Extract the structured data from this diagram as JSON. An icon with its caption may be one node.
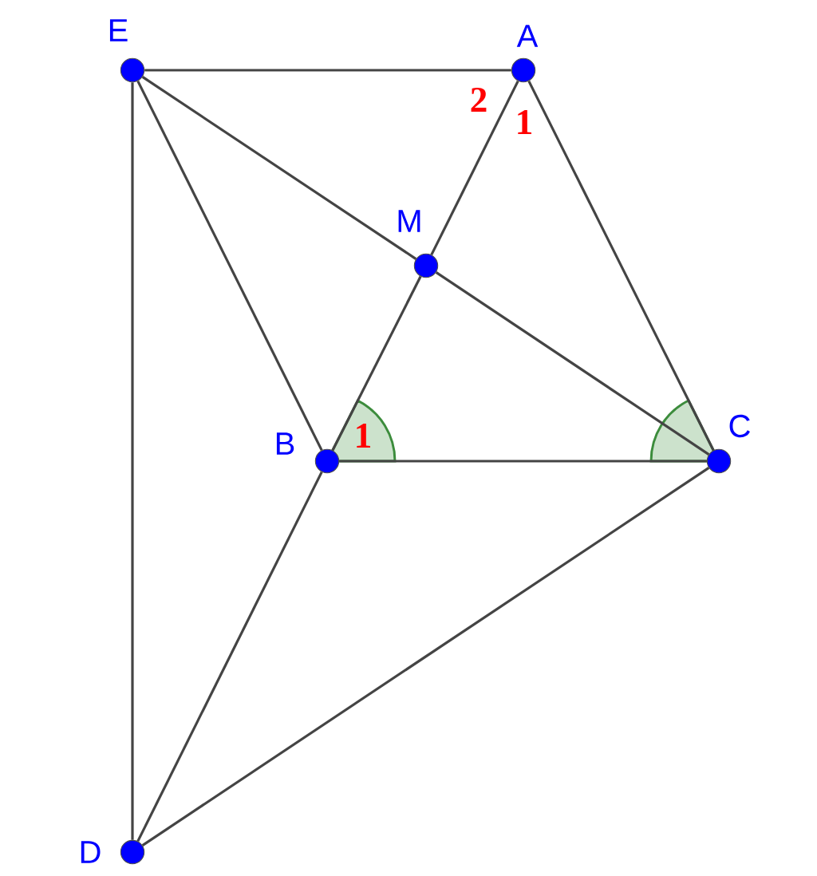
{
  "diagram": {
    "nodes": [
      {
        "text": [
          "E"
        ]
      },
      {
        "text": [
          "A"
        ]
      },
      {
        "text": [
          "M"
        ]
      },
      {
        "text": [
          "B"
        ]
      },
      {
        "text": [
          "C"
        ]
      },
      {
        "text": [
          "D"
        ]
      }
    ],
    "edges": [
      {
        "from": 0,
        "to": 1,
        "arrow": "none"
      },
      {
        "from": 0,
        "to": 5,
        "arrow": "none"
      },
      {
        "from": 0,
        "to": 3,
        "arrow": "none"
      },
      {
        "from": 0,
        "to": 2,
        "arrow": "none"
      },
      {
        "from": 2,
        "to": 4,
        "arrow": "none"
      },
      {
        "from": 1,
        "to": 2,
        "arrow": "none"
      },
      {
        "from": 2,
        "to": 3,
        "arrow": "none"
      },
      {
        "from": 1,
        "to": 4,
        "arrow": "none"
      },
      {
        "from": 3,
        "to": 4,
        "arrow": "none"
      },
      {
        "from": 3,
        "to": 5,
        "arrow": "none"
      },
      {
        "from": 5,
        "to": 4,
        "arrow": "none"
      }
    ],
    "labels": [
      "2",
      "1",
      "1"
    ]
  }
}
